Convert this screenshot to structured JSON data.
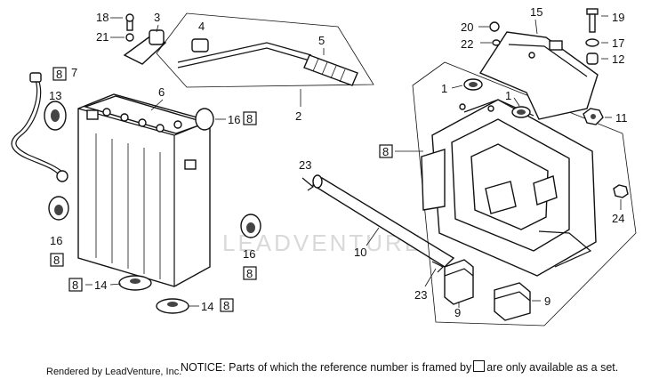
{
  "watermark": "LEADVENTURE",
  "frame_mark": "8",
  "callouts": {
    "c1a": "1",
    "c1b": "1",
    "c2": "2",
    "c3": "3",
    "c4": "4",
    "c5": "5",
    "c6": "6",
    "c7": "7",
    "c9a": "9",
    "c9b": "9",
    "c10": "10",
    "c11": "11",
    "c12": "12",
    "c13": "13",
    "c14a": "14",
    "c14b": "14",
    "c15": "15",
    "c16a": "16",
    "c16b": "16",
    "c16c": "16",
    "c17": "17",
    "c18": "18",
    "c19": "19",
    "c20": "20",
    "c21": "21",
    "c22": "22",
    "c23a": "23",
    "c23b": "23",
    "c24": "24"
  },
  "footer": {
    "credit": "Rendered by LeadVenture, Inc.",
    "notice_before": "NOTICE: Parts of which the reference number is framed by",
    "notice_after": "are only available as a set."
  }
}
